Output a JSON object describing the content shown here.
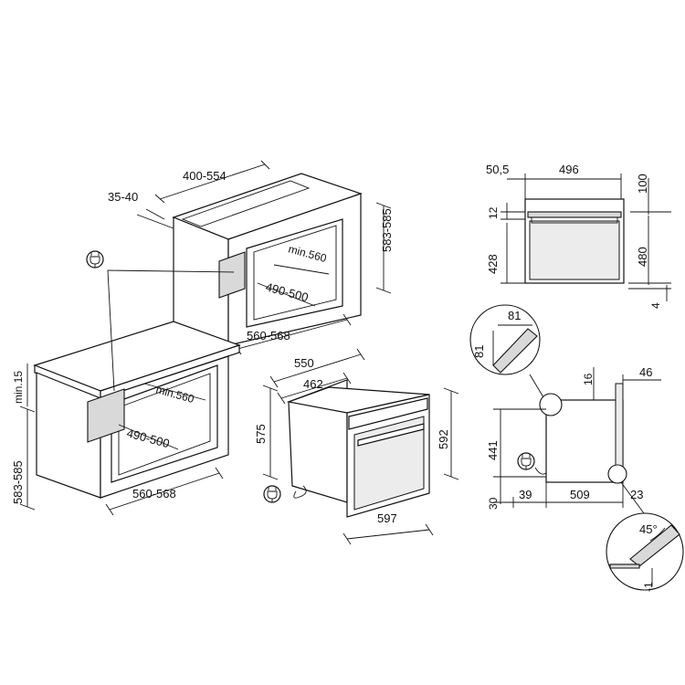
{
  "dimensions": {
    "recess_top_width": "400-554",
    "recess_top_depth": "35-40",
    "column_height": "583-585",
    "column_depth": "min.560",
    "column_width": "490-500",
    "column_front_width": "560-568",
    "counter_min": "min.15",
    "counter_height": "583-585",
    "counter_depth": "min.560",
    "counter_width": "490-500",
    "counter_front_width": "560-568",
    "oven_depth_total": "550",
    "oven_depth_body": "462",
    "oven_side_height": "575",
    "oven_front_height": "592",
    "oven_front_width": "597",
    "front_view_left": "50,5",
    "front_view_top_width": "496",
    "front_view_right_top": "100",
    "front_view_gap": "12",
    "front_view_inner_height": "428",
    "front_view_height": "480",
    "front_view_bottom": "4",
    "detail_a_w": "81",
    "detail_a_h": "81",
    "side_top_panel": "16",
    "side_top_right": "46",
    "side_height": "441",
    "side_bottom": "30",
    "side_left": "39",
    "side_depth": "509",
    "side_right": "23",
    "detail_b_angle": "45°",
    "detail_b_offset": "-1"
  }
}
